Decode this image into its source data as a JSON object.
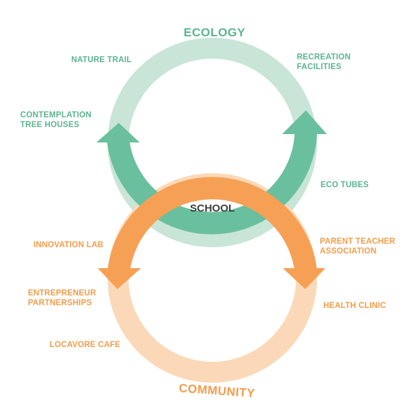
{
  "colors": {
    "green": "#6abf9e",
    "green_light": "#c8e5d8",
    "orange": "#f6a055",
    "orange_light": "#fbd9b8",
    "green_text": "#5bb48f",
    "orange_text": "#f49c4b",
    "school_text": "#3d3d3d"
  },
  "center": "SCHOOL",
  "ecology": {
    "title": "ECOLOGY",
    "items": [
      "NATURE TRAIL",
      "RECREATION\nFACILITIES",
      "CONTEMPLATION\nTREE HOUSES",
      "ECO TUBES"
    ]
  },
  "community": {
    "title": "COMMUNITY",
    "items": [
      "INNOVATION LAB",
      "PARENT TEACHER\nASSOCIATION",
      "ENTREPRENEUR\nPARTNERSHIPS",
      "HEALTH CLINIC",
      "LOCAVORE CAFE"
    ]
  }
}
